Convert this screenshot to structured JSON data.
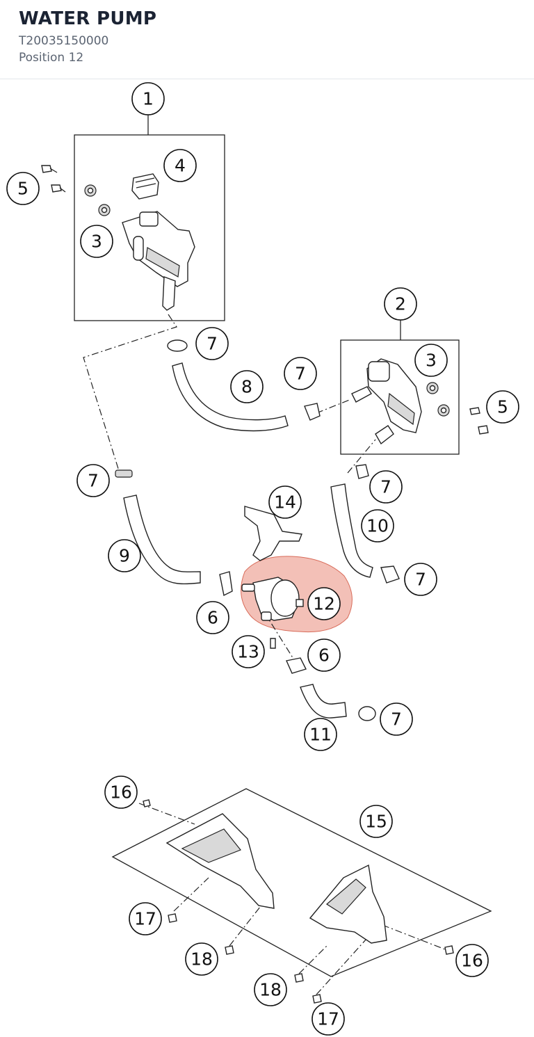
{
  "header": {
    "title": "WATER PUMP",
    "part_number": "T20035150000",
    "position": "Position 12"
  },
  "colors": {
    "highlight": "#e8826f",
    "text_primary": "#1b2333",
    "text_secondary": "#5b6472"
  },
  "diagram": {
    "highlighted_callout": "12",
    "callouts": {
      "c1": "1",
      "c2": "2",
      "c3a": "3",
      "c3b": "3",
      "c4": "4",
      "c5a": "5",
      "c5b": "5",
      "c6a": "6",
      "c6b": "6",
      "c7a": "7",
      "c7b": "7",
      "c7c": "7",
      "c7d": "7",
      "c7e": "7",
      "c7f": "7",
      "c8": "8",
      "c9": "9",
      "c10": "10",
      "c11": "11",
      "c12": "12",
      "c13": "13",
      "c14": "14",
      "c15": "15",
      "c16a": "16",
      "c16b": "16",
      "c17a": "17",
      "c17b": "17",
      "c18a": "18",
      "c18b": "18"
    }
  }
}
